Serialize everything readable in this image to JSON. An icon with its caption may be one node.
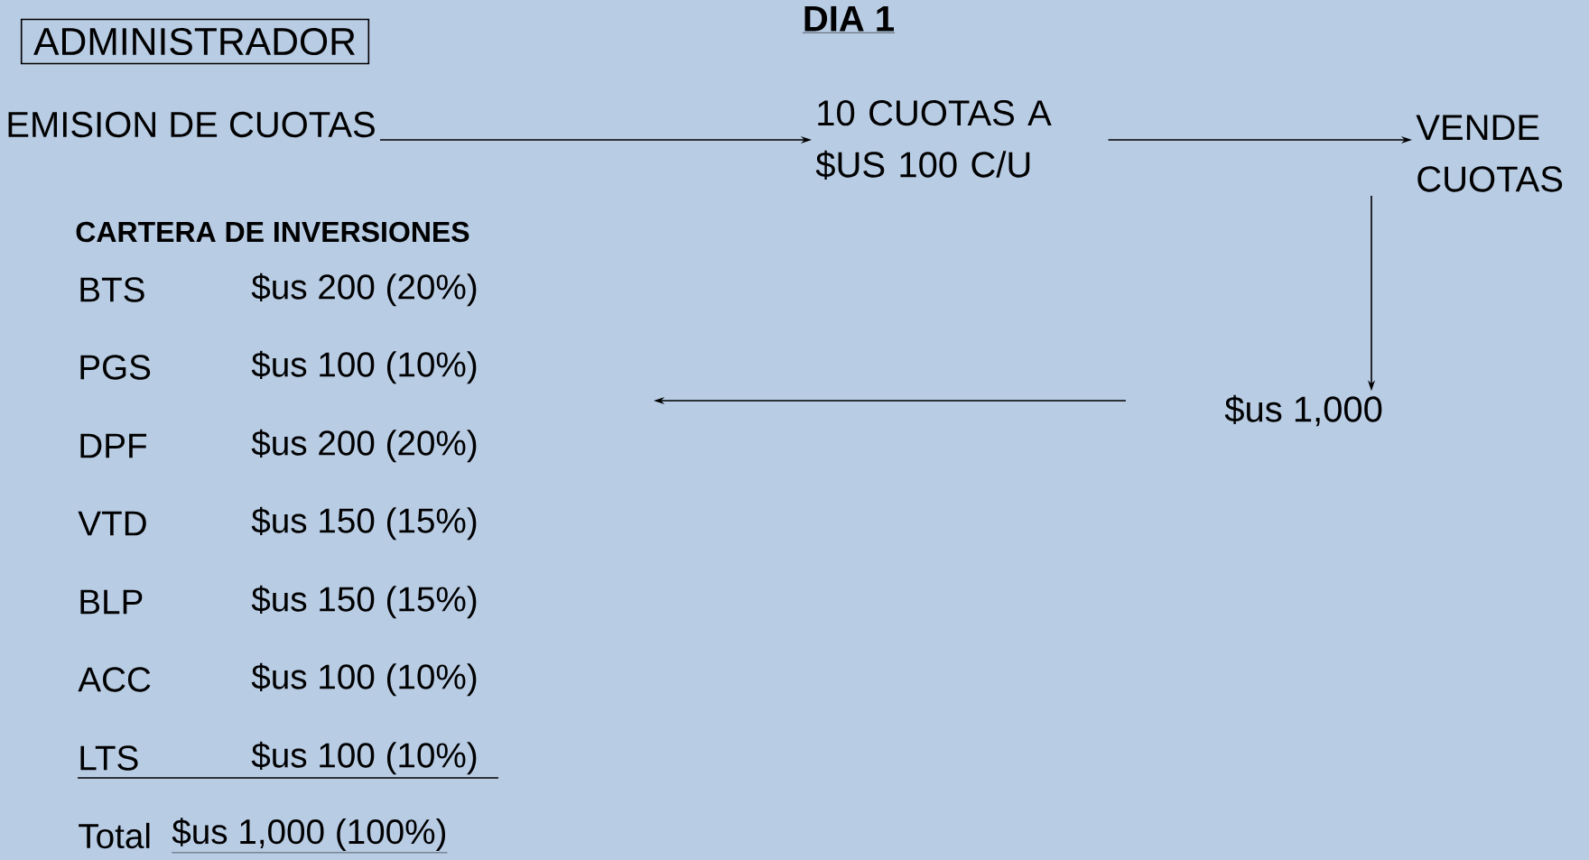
{
  "diagram": {
    "title": "DIA 1",
    "nodes": [
      {
        "text": [
          "ADMINISTRADOR"
        ]
      },
      {
        "text": [
          "EMISION DE CUOTAS"
        ]
      },
      {
        "text": [
          "10 CUOTAS A $US 100 C/U"
        ]
      },
      {
        "text": [
          "VENDE CUOTAS"
        ]
      },
      {
        "text": [
          "$us 1,000"
        ]
      }
    ],
    "edges": [
      {
        "from": 1,
        "to": 2,
        "arrow": "to"
      },
      {
        "from": 2,
        "to": 3,
        "arrow": "to"
      },
      {
        "from": 3,
        "to": 4,
        "arrow": "to"
      },
      {
        "from": 4,
        "to": null,
        "arrow": "to"
      }
    ],
    "labels": [
      "CARTERA DE INVERSIONES",
      "BTS",
      "$us 200 (20%)",
      "PGS",
      "$us 100 (10%)",
      "DPF",
      "$us 200 (20%)",
      "VTD",
      "$us 150 (15%)",
      "BLP",
      "$us 150 (15%)",
      "ACC",
      "$us 100 (10%)",
      "LTS",
      "$us 100 (10%)",
      "Total",
      "$us 1,000 (100%)"
    ]
  }
}
